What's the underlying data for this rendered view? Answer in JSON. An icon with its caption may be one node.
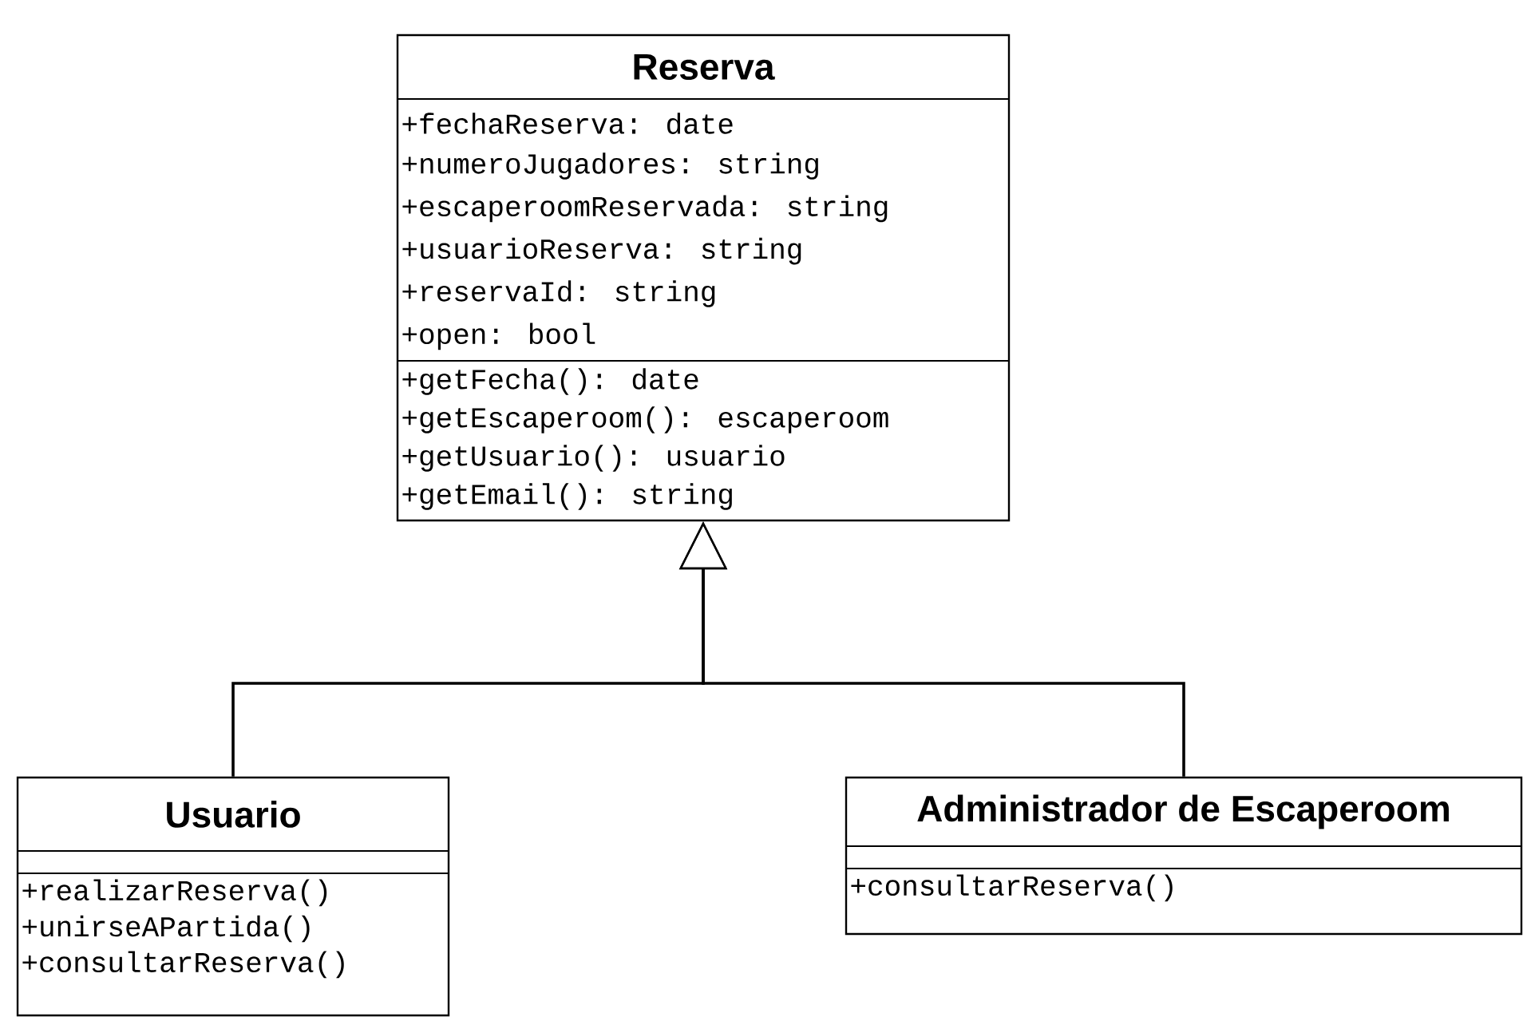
{
  "diagram": {
    "nodes": [
      {
        "text": [
          "Reserva",
          "+fechaReserva: date",
          "+numeroJugadores: string",
          "+escaperoomReservada: string",
          "+usuarioReserva: string",
          "+reservaId: string",
          "+open: bool",
          "+getFecha(): date",
          "+getEscaperoom(): escaperoom",
          "+getUsuario(): usuario",
          "+getEmail(): string"
        ]
      },
      {
        "text": [
          "Usuario",
          "+realizarReserva()",
          "+unirseAPartida()",
          "+consultarReserva()"
        ]
      },
      {
        "text": [
          "Administrador de Escaperoom",
          "+consultarReserva()"
        ]
      }
    ],
    "edges": [
      {
        "from": 1,
        "to": 0,
        "arrow": "to"
      },
      {
        "from": 2,
        "to": 0,
        "arrow": "to"
      }
    ]
  }
}
